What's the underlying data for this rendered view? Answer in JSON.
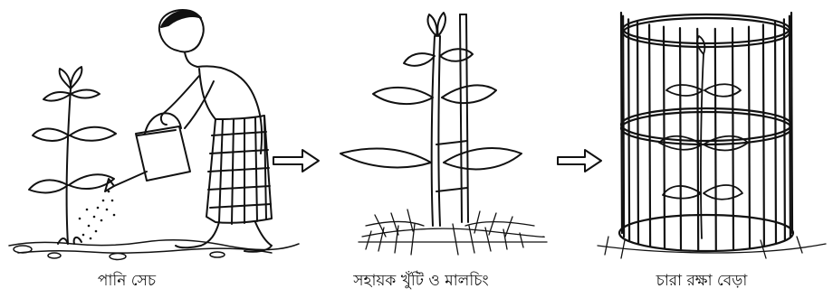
{
  "steps": [
    {
      "caption": "পানি সেচ"
    },
    {
      "caption": "সহায়ক খুঁটি ও মালচিং"
    },
    {
      "caption": "চারা রক্ষা বেড়া"
    }
  ],
  "colors": {
    "ink": "#111111",
    "background": "#ffffff"
  }
}
